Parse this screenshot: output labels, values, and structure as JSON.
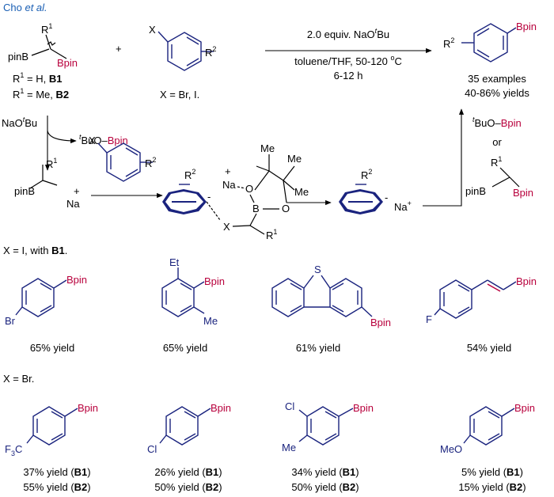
{
  "header": {
    "authors_main": "Cho",
    "authors_etal": " et al."
  },
  "top_reaction": {
    "reagent_bmetal": "pinB",
    "reagent_bpin": "Bpin",
    "r1_label": "R",
    "r1_sup": "1",
    "b1_def_pre": "R",
    "b1_def_sup": "1",
    "b1_def_mid": " = H, ",
    "b1_def_bold": "B1",
    "b2_def_pre": "R",
    "b2_def_sup": "1",
    "b2_def_mid": " = Me, ",
    "b2_def_bold": "B2",
    "plus": "+",
    "arene_x": "X",
    "arene_r2": "R",
    "arene_r2_sup": "2",
    "x_def": "X = Br, I.",
    "cond_line1": "2.0 equiv. NaO",
    "cond_line1_sup": "t",
    "cond_line1_end": "Bu",
    "cond_line2": "toluene/THF,  50-120 ",
    "cond_line2_sup": "o",
    "cond_line2_end": "C",
    "cond_line3": "6-12 h",
    "product_r2": "R",
    "product_r2_sup": "2",
    "product_bpin": "Bpin",
    "product_examples": "35 examples",
    "product_yields": "40-86% yields"
  },
  "mechanism": {
    "base": "NaO",
    "base_sup": "t",
    "base_end": "Bu",
    "byproduct_sup": "t",
    "byproduct_pre": "BuO–",
    "byproduct_bpin": "Bpin",
    "carbanion_pinb": "pinB",
    "carbanion_r1": "R",
    "carbanion_r1_sup": "1",
    "na_plus": "+",
    "na": "Na",
    "arene_x": "X",
    "arene_r2": "R",
    "arene_r2_sup": "2",
    "complex_r2": "R",
    "complex_r2_sup": "2",
    "complex_na": "Na",
    "complex_plus": "+",
    "complex_minus": "-",
    "complex_me1": "Me",
    "complex_me2": "Me",
    "complex_me3": "Me",
    "complex_o1": "O",
    "complex_o2": "O",
    "complex_b": "B",
    "complex_x": "X",
    "complex_r1": "R",
    "complex_r1_sup": "1",
    "aryl_r2": "R",
    "aryl_r2_sup": "2",
    "aryl_minus": "-",
    "aryl_na": "Na",
    "aryl_na_sup": "+",
    "side_sup": "t",
    "side_pre": "BuO–",
    "side_bpin": "Bpin",
    "side_or": "or",
    "side_r1": "R",
    "side_r1_sup": "1",
    "side_pinb": "pinB",
    "side_bpin2": "Bpin"
  },
  "section_iodide": {
    "label_pre": "X = I, with ",
    "label_bold": "B1",
    "label_end": ".",
    "items": [
      {
        "sub1": "Bpin",
        "sub2": "Br",
        "yield": "65% yield"
      },
      {
        "sub1": "Bpin",
        "sub2": "Et",
        "sub3": "Me",
        "yield": "65% yield"
      },
      {
        "sub1": "Bpin",
        "het": "S",
        "yield": "61% yield"
      },
      {
        "sub1": "Bpin",
        "sub2": "F",
        "yield": "54% yield"
      }
    ]
  },
  "section_bromide": {
    "label": "X = Br.",
    "items": [
      {
        "sub1": "Bpin",
        "sub2_pre": "F",
        "sub2_sub": "3",
        "sub2_end": "C",
        "y1_pre": "37% yield (",
        "y1_bold": "B1",
        "y1_end": ")",
        "y2_pre": "55% yield (",
        "y2_bold": "B2",
        "y2_end": ")"
      },
      {
        "sub1": "Bpin",
        "sub2": "Cl",
        "y1_pre": "26% yield (",
        "y1_bold": "B1",
        "y1_end": ")",
        "y2_pre": "50% yield (",
        "y2_bold": "B2",
        "y2_end": ")"
      },
      {
        "sub1": "Bpin",
        "sub2": "Cl",
        "sub3": "Me",
        "y1_pre": "34% yield (",
        "y1_bold": "B1",
        "y1_end": ")",
        "y2_pre": "50% yield (",
        "y2_bold": "B2",
        "y2_end": ")"
      },
      {
        "sub1": "Bpin",
        "sub2": "MeO",
        "y1_pre": "5% yield (",
        "y1_bold": "B1",
        "y1_end": ")",
        "y2_pre": "15% yield (",
        "y2_bold": "B2",
        "y2_end": ")"
      }
    ]
  },
  "colors": {
    "title": "#1a5fb4",
    "bpin": "#b8003c",
    "bond": "#1a237e",
    "text": "#000000"
  }
}
